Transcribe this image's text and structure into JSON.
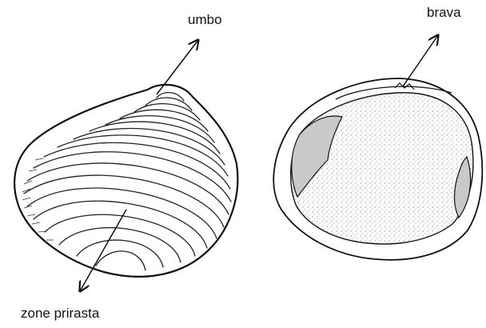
{
  "labels": {
    "umbo": "umbo",
    "brava": "brava",
    "zone_prirasta": "zone prirasta"
  },
  "colors": {
    "ink": "#111111",
    "background": "#ffffff",
    "stipple": "#c9c9c9"
  }
}
